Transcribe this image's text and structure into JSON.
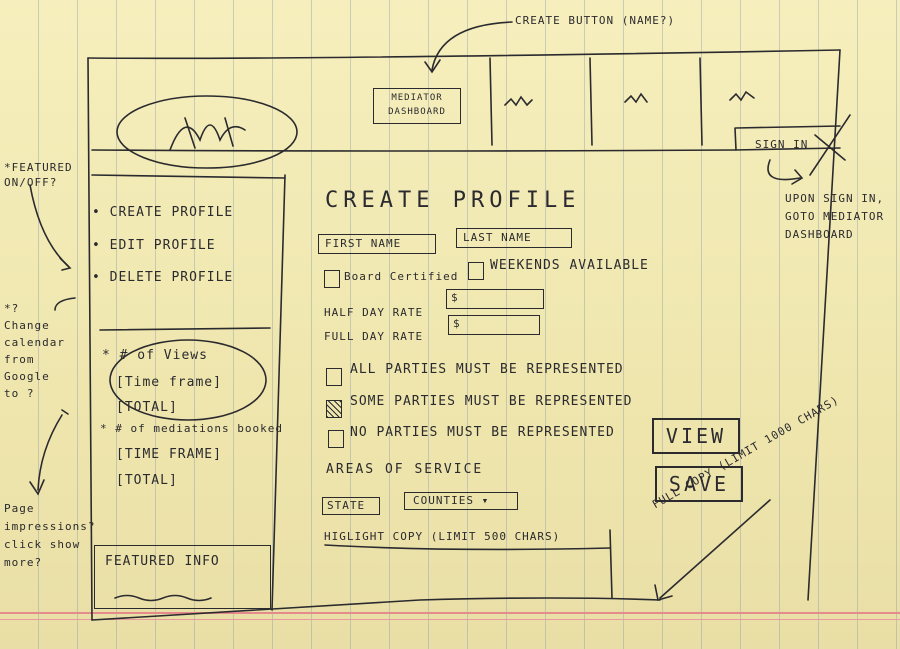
{
  "annotations": {
    "create_button_note": "CREATE BUTTON (NAME?)",
    "featured_note": "*FEATURED ON/OFF?",
    "calendar_note": "*? Change calendar from Google to ?",
    "page_impressions_note": "Page impressions? click show more?",
    "sign_in_note": "UPON SIGN IN, GOTO MEDIATOR DASHBOARD",
    "full_copy_note": "FULL COPY (LIMIT 1000 CHARS)"
  },
  "header": {
    "dashboard_button": "MEDIATOR DASHBOARD",
    "sign_in": "SIGN IN"
  },
  "sidebar": {
    "items": [
      {
        "label": "• CREATE PROFILE"
      },
      {
        "label": "• EDIT PROFILE"
      },
      {
        "label": "• DELETE PROFILE"
      }
    ],
    "stats": {
      "views_title": "* # of Views",
      "views_time": "[Time frame]",
      "views_total": "[TOTAL]",
      "mediations_title": "* # of mediations booked",
      "mediations_time": "[TIME FRAME]",
      "mediations_total": "[TOTAL]"
    },
    "featured_info": "FEATURED INFO"
  },
  "form": {
    "title": "CREATE PROFILE",
    "first_name_placeholder": "FIRST NAME",
    "last_name_placeholder": "LAST NAME",
    "board_certified": "Board Certified",
    "weekends": "WEEKENDS AVAILABLE",
    "half_day_rate_label": "HALF DAY RATE",
    "full_day_rate_label": "FULL DAY RATE",
    "currency": "$",
    "party_options": [
      {
        "label": "ALL PARTIES MUST BE REPRESENTED"
      },
      {
        "label": "SOME PARTIES MUST BE REPRESENTED"
      },
      {
        "label": "NO PARTIES MUST BE REPRESENTED"
      }
    ],
    "areas_title": "AREAS OF SERVICE",
    "state_select": "STATE",
    "counties_select": "COUNTIES ▾",
    "highlight_copy": "HIGLIGHT COPY (LIMIT 500 CHARS)",
    "view_button": "VIEW",
    "save_button": "SAVE"
  }
}
